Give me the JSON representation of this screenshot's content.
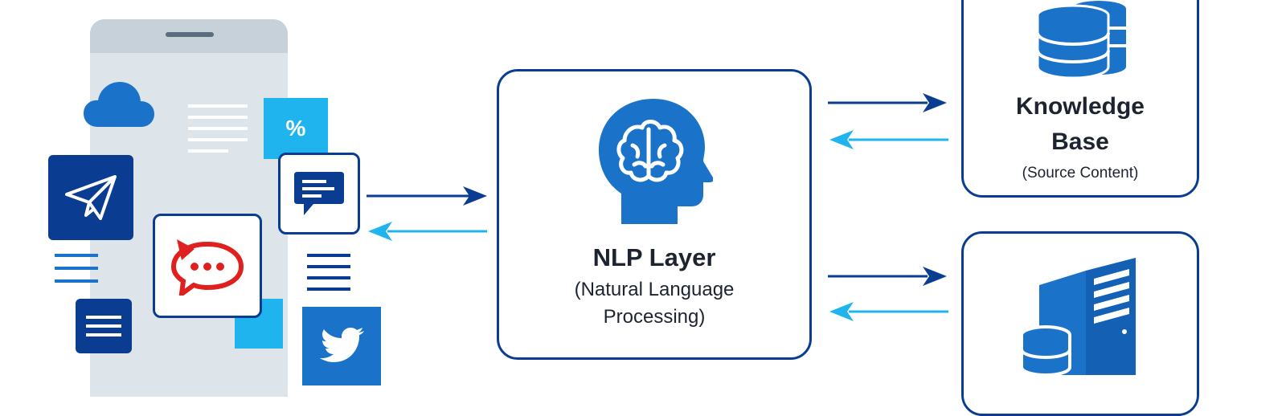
{
  "nlp": {
    "title": "NLP Layer",
    "subtitle_line1": "(Natural Language",
    "subtitle_line2": "Processing)"
  },
  "knowledge_base": {
    "title_line1": "Knowledge",
    "title_line2": "Base",
    "subtitle": "(Source Content)"
  },
  "chat_tile": {
    "percent_label": "%"
  },
  "colors": {
    "navy": "#0a3d91",
    "blue": "#1a73c8",
    "light_blue": "#1fb4ee",
    "rocket_red": "#e0201f"
  },
  "icons": [
    "cloud-icon",
    "paper-plane-icon",
    "percent-icon",
    "chat-bubble-icon",
    "rocket-chat-icon",
    "twitter-icon",
    "brain-head-icon",
    "database-icon",
    "server-icon"
  ]
}
